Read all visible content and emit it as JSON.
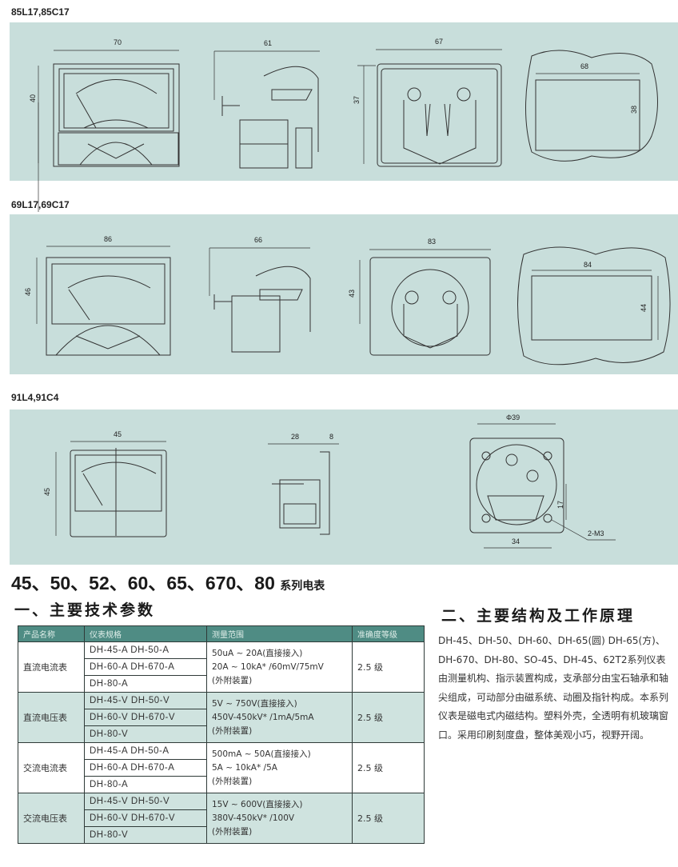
{
  "panels": [
    {
      "title": "85L17,85C17",
      "dims": {
        "front_w": "70",
        "front_h": "40",
        "side_d": "61",
        "back_w": "67",
        "back_h": "37",
        "cut_w": "68",
        "cut_h": "38"
      }
    },
    {
      "title": "69L17,69C17",
      "dims": {
        "front_w": "86",
        "front_h": "46",
        "side_d": "66",
        "back_w": "83",
        "back_h": "43",
        "cut_w": "84",
        "cut_h": "44"
      }
    },
    {
      "title": "91L4,91C4",
      "dims": {
        "front_w": "45",
        "front_h": "45",
        "side_d": "28",
        "side_flange": "8",
        "dia": "Φ39",
        "hole_h": "17",
        "screw": "2-M3",
        "hole_w": "34"
      }
    }
  ],
  "series_title": "45、50、52、60、65、670、80",
  "series_suffix": "系列电表",
  "section1": {
    "title": "一、主要技术参数",
    "headers": [
      "产品名称",
      "仪表规格",
      "测量范围",
      "准确度等级"
    ],
    "groups": [
      {
        "name": "直流电流表",
        "specs": [
          "DH-45-A  DH-50-A",
          "DH-60-A  DH-670-A",
          "DH-80-A"
        ],
        "range": [
          "50uA ~ 20A(直接接入)",
          "20A ~ 10kA* /60mV/75mV",
          "(外附装置)"
        ],
        "class": "2.5 级"
      },
      {
        "name": "直流电压表",
        "specs": [
          "DH-45-V  DH-50-V",
          "DH-60-V  DH-670-V",
          "DH-80-V"
        ],
        "range": [
          "5V ~ 750V(直接接入)",
          "450V-450kV* /1mA/5mA",
          "(外附装置)"
        ],
        "class": "2.5 级"
      },
      {
        "name": "交流电流表",
        "specs": [
          "DH-45-A  DH-50-A",
          "DH-60-A  DH-670-A",
          "DH-80-A"
        ],
        "range": [
          "500mA ~ 50A(直接接入)",
          "5A ~ 10kA* /5A",
          "(外附装置)"
        ],
        "class": "2.5 级"
      },
      {
        "name": "交流电压表",
        "specs": [
          "DH-45-V  DH-50-V",
          "DH-60-V DH-670-V",
          "DH-80-V"
        ],
        "range": [
          "15V ~ 600V(直接接入)",
          "380V-450kV* /100V",
          "(外附装置)"
        ],
        "class": "2.5 级"
      }
    ]
  },
  "section2": {
    "title": "二、主要结构及工作原理",
    "text": "DH-45、DH-50、DH-60、DH-65(圆) DH-65(方)、DH-670、DH-80、SO-45、DH-45、62T2系列仪表由测量机构、指示装置构成，支承部分由宝石轴承和轴尖组成，可动部分由磁系统、动圈及指针构成。本系列仪表是磁电式内磁结构。塑料外壳，全透明有机玻璃窗口。采用印刷刻度盘，整体美观小巧，视野开阔。"
  },
  "colors": {
    "panel": "#c8dedb",
    "table_header": "#4f8c84",
    "table_alt": "#cfe3df"
  }
}
